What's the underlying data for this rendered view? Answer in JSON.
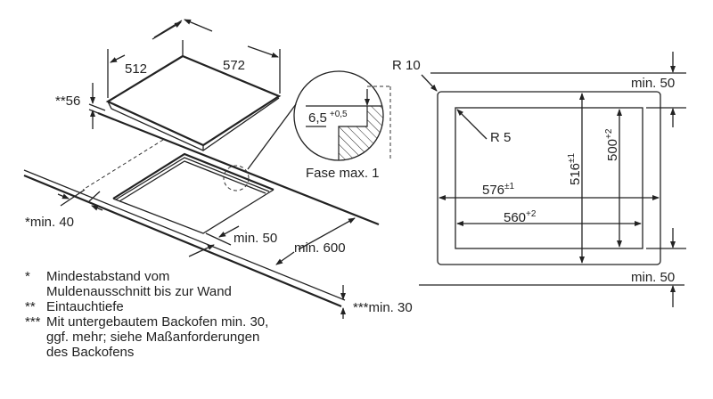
{
  "hob": {
    "width": "572",
    "depth": "512",
    "installation_depth": "**56"
  },
  "clearances": {
    "wall": "*min. 40",
    "front": "min. 50",
    "upper_cabinet": "min. 600",
    "counter_below": "***min. 30"
  },
  "detail": {
    "recess": "6,5",
    "recess_tol": "+0,5",
    "chamfer": "Fase max. 1"
  },
  "cutout": {
    "outer_radius": "R 10",
    "inner_radius": "R 5",
    "outer_width": "576",
    "outer_width_tol": "±1",
    "inner_width": "560",
    "inner_width_tol": "+2",
    "outer_depth": "516",
    "outer_depth_tol": "±1",
    "inner_depth": "500",
    "inner_depth_tol": "+2",
    "min_top": "min. 50",
    "min_bottom": "min. 50"
  },
  "notes": [
    {
      "mark": "*",
      "text": "Mindestabstand vom"
    },
    {
      "mark": "",
      "text": "Muldenausschnitt bis zur Wand"
    },
    {
      "mark": "**",
      "text": "Eintauchtiefe"
    },
    {
      "mark": "***",
      "text": "Mit untergebautem Backofen min. 30,"
    },
    {
      "mark": "",
      "text": "ggf. mehr; siehe Maßanforderungen"
    },
    {
      "mark": "",
      "text": "des Backofens"
    }
  ]
}
